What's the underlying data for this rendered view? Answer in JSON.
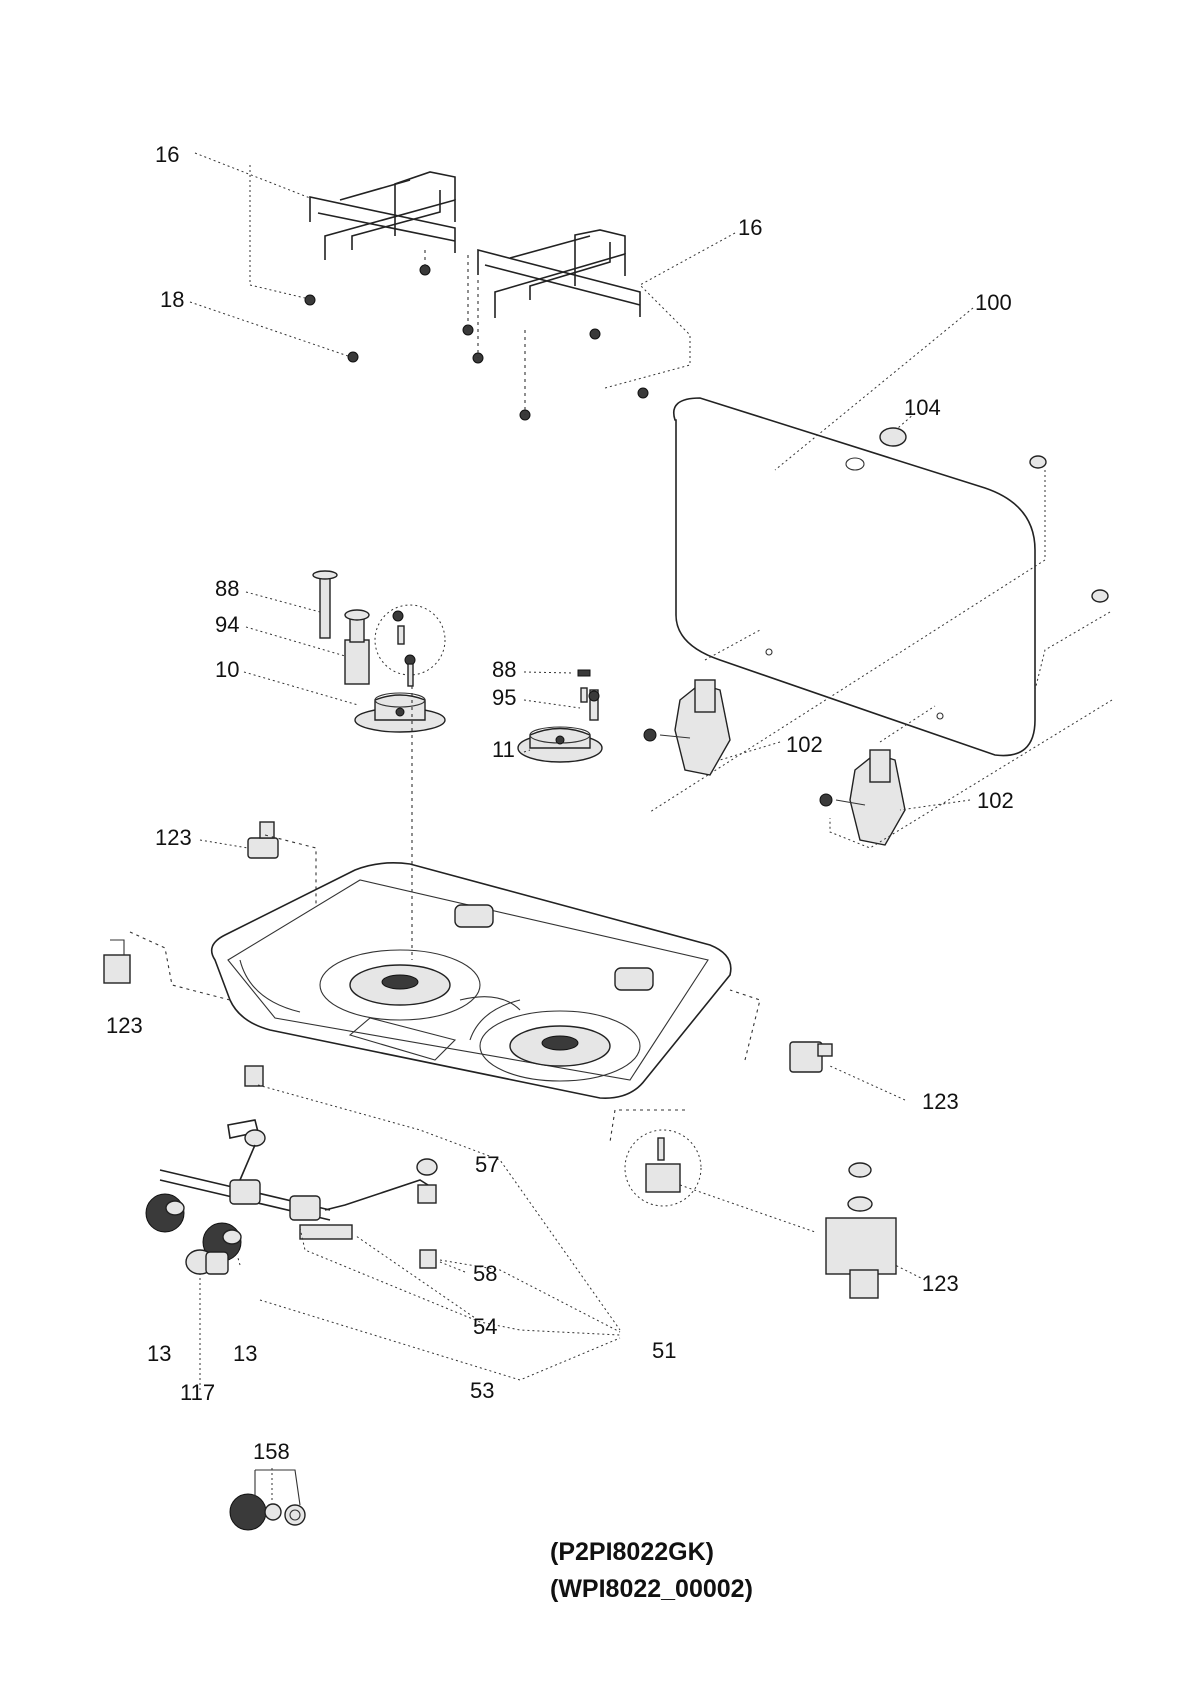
{
  "callouts": [
    "16",
    "16",
    "18",
    "100",
    "104",
    "88",
    "94",
    "10",
    "88",
    "95",
    "11",
    "102",
    "102",
    "123",
    "123",
    "123",
    "123",
    "57",
    "58",
    "54",
    "51",
    "53",
    "13",
    "13",
    "117",
    "158"
  ],
  "caption": {
    "model": "(P2PI8022GK)",
    "drawing_id": "(WPI8022_00002)"
  }
}
